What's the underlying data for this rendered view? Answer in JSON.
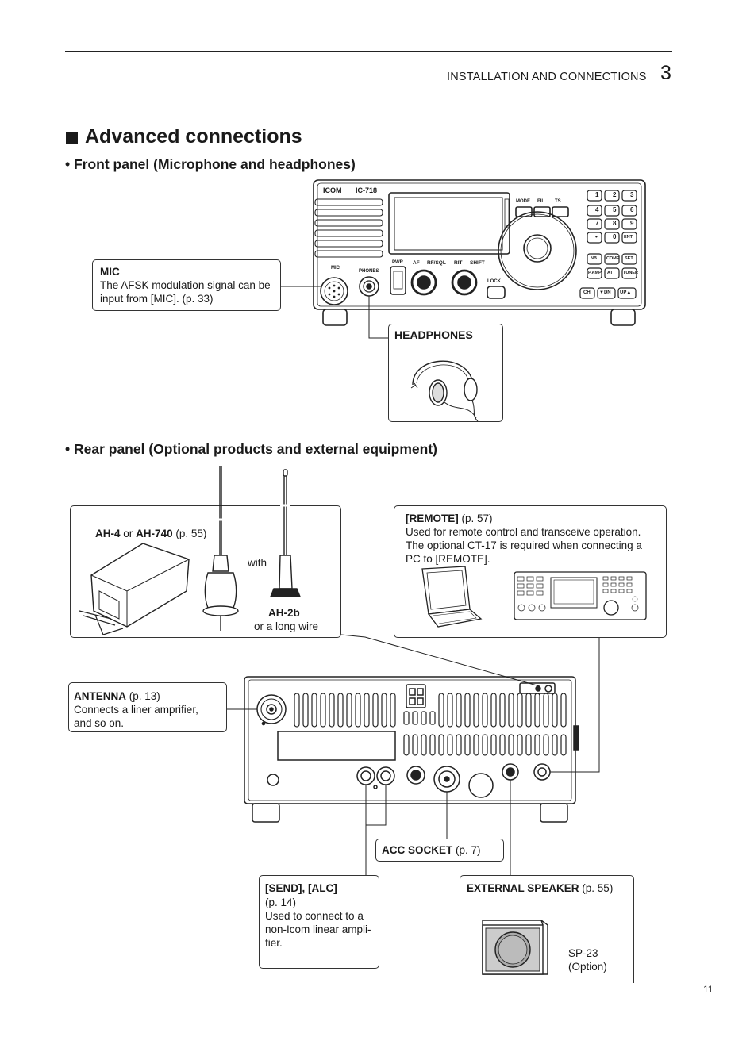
{
  "header": {
    "section_title": "INSTALLATION AND CONNECTIONS",
    "chapter_number": "3"
  },
  "heading": {
    "title": "Advanced connections"
  },
  "front_panel": {
    "subtitle": "• Front panel (Microphone and headphones)",
    "mic": {
      "label": "MIC",
      "text": "The AFSK modulation signal can be input from [MIC]. (p. 33)"
    },
    "headphones": {
      "label": "HEADPHONES"
    },
    "radio": {
      "brand": "ICOM",
      "model": "IC-718",
      "mic_label": "MIC",
      "phones_label": "PHONES",
      "knob_labels": [
        "AF",
        "RF/SQL",
        "RIT",
        "SHIFT"
      ],
      "lock_label": "LOCK",
      "pwr_label": "PWR",
      "menu_buttons": [
        "MODE",
        "FIL",
        "TS"
      ],
      "keypad": [
        "1",
        "2",
        "3",
        "4",
        "5",
        "6",
        "7",
        "8",
        "9",
        "•",
        "0",
        "ENT"
      ],
      "function_buttons": [
        "NB",
        "COMP",
        "SET",
        "P.AMP",
        "ATT",
        "TUNER"
      ],
      "channel_buttons": [
        "CH",
        "▼DN",
        "UP▲"
      ]
    }
  },
  "rear_panel": {
    "subtitle": "• Rear panel (Optional products and external equipment)",
    "antenna_tuner": {
      "label_1": "AH-4",
      "or": "or",
      "label_2": "AH-740",
      "page": "(p. 55)",
      "with": "with",
      "label_3": "AH-2b",
      "long_wire": "or a long wire"
    },
    "remote": {
      "label": "[REMOTE]",
      "page": "(p. 57)",
      "line1": "Used for remote control and transceive operation.",
      "line2": "The optional CT-17 is required when connecting a",
      "line3": "PC to [REMOTE]."
    },
    "antenna": {
      "label": "ANTENNA",
      "page": "(p. 13)",
      "line1": "Connects a liner amprifier,",
      "line2": "and so on."
    },
    "acc": {
      "label": "ACC SOCKET",
      "page": "(p. 7)"
    },
    "send_alc": {
      "label": "[SEND], [ALC]",
      "page": "(p. 14)",
      "line1": "Used to connect to a",
      "line2": "non-Icom linear ampli-",
      "line3": "fier."
    },
    "speaker": {
      "label": "EXTERNAL SPEAKER",
      "page": "(p. 55)",
      "model": "SP-23",
      "option": "(Option)"
    }
  },
  "footer": {
    "page_number": "11"
  }
}
